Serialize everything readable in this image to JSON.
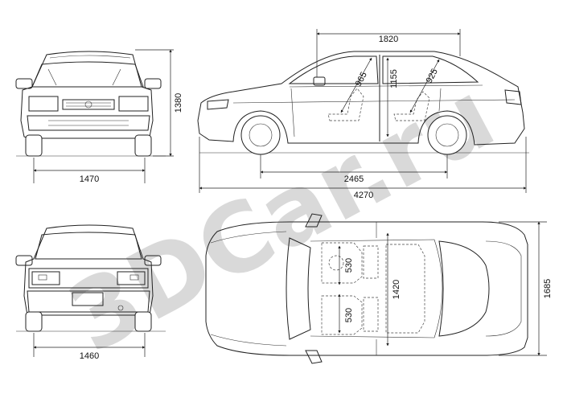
{
  "watermark": "3DCar.ru",
  "dimensions": {
    "front_width": "1470",
    "front_height": "1380",
    "rear_width": "1460",
    "roof_length": "1820",
    "front_headroom": "965",
    "interior_height": "1155",
    "rear_headroom": "925",
    "wheelbase": "2465",
    "overall_length": "4270",
    "seat_width_rear": "530",
    "seat_width_front": "530",
    "interior_width": "1420",
    "overall_width": "1685"
  }
}
